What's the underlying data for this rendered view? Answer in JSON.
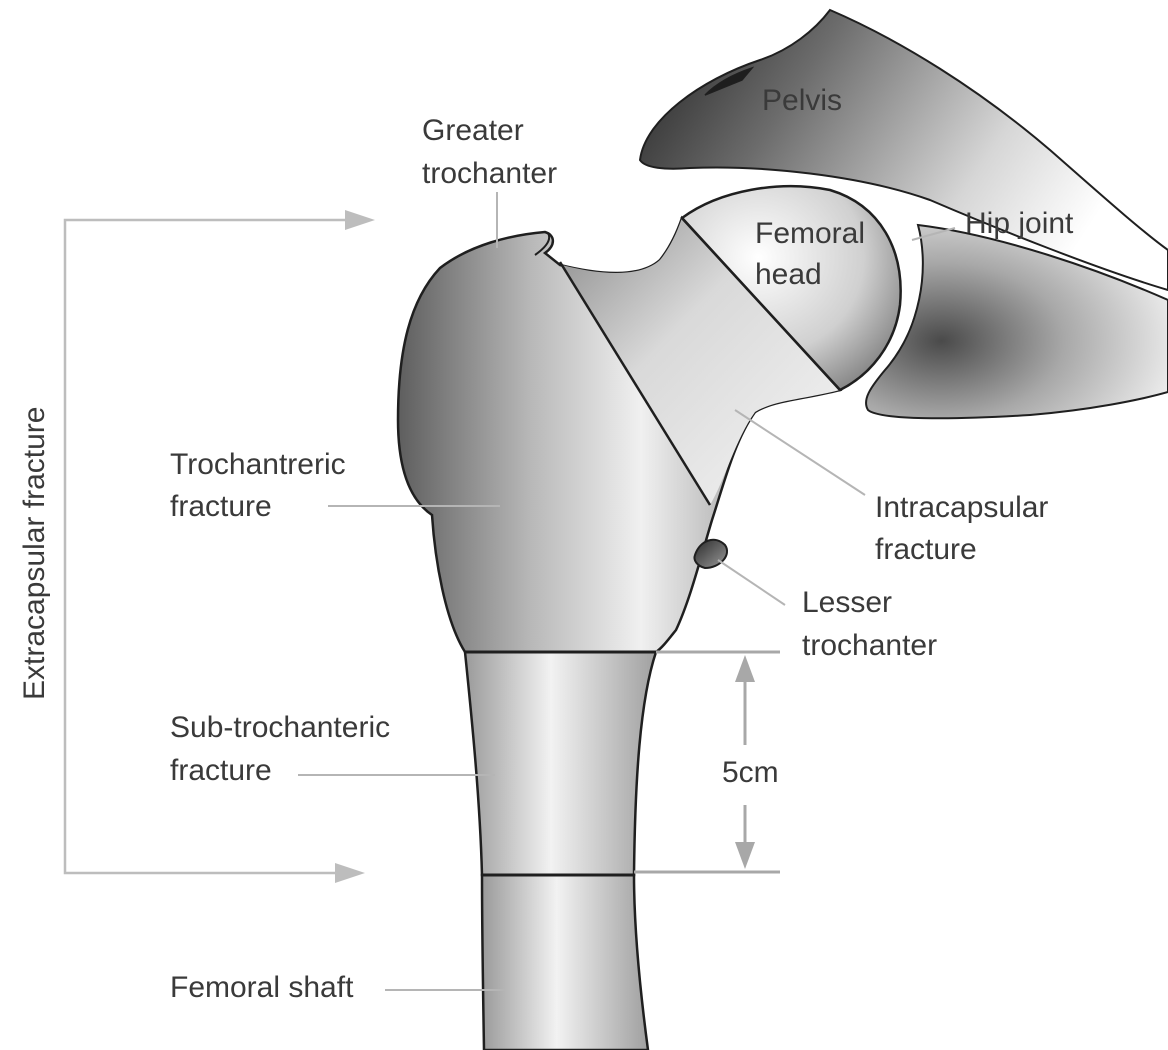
{
  "labels": {
    "pelvis": "Pelvis",
    "greater_trochanter_1": "Greater",
    "greater_trochanter_2": "trochanter",
    "femoral_head_1": "Femoral",
    "femoral_head_2": "head",
    "hip_joint": "Hip joint",
    "extracapsular_fracture": "Extracapsular fracture",
    "trochantreric_fracture_1": "Trochantreric",
    "trochantreric_fracture_2": "fracture",
    "intracapsular_fracture_1": "Intracapsular",
    "intracapsular_fracture_2": "fracture",
    "lesser_trochanter_1": "Lesser",
    "lesser_trochanter_2": "trochanter",
    "subtrochanteric_fracture_1": "Sub-trochanteric",
    "subtrochanteric_fracture_2": "fracture",
    "dimension": "5cm",
    "femoral_shaft": "Femoral shaft"
  },
  "colors": {
    "bone_dark": "#6a6a6a",
    "bone_light": "#f2f2f2",
    "outline": "#1f1f1f",
    "leader": "#b5b5b5",
    "text": "#3a3a3a"
  }
}
